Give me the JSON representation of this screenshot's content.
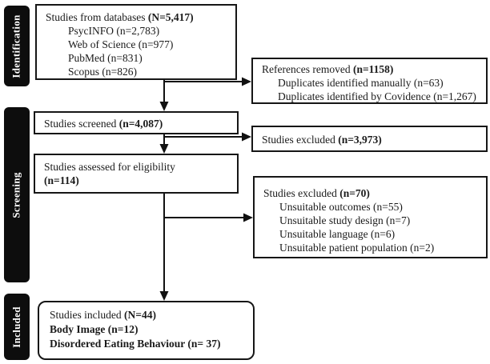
{
  "sidebar": {
    "identification": "Identification",
    "screening": "Screening",
    "included": "Included"
  },
  "boxes": {
    "databases": {
      "label": "Studies from databases",
      "count": "(N=5,417)",
      "items": [
        "PsycINFO (n=2,783)",
        "Web of Science (n=977)",
        "PubMed (n=831)",
        "Scopus (n=826)"
      ]
    },
    "references_removed": {
      "label": "References removed",
      "count": "(n=1158)",
      "items": [
        "Duplicates identified manually (n=63)",
        "Duplicates identified by Covidence (n=1,267)"
      ]
    },
    "screened": {
      "label": "Studies screened",
      "count": "(n=4,087)"
    },
    "excluded_screening": {
      "label": "Studies excluded",
      "count": "(n=3,973)"
    },
    "eligibility": {
      "label": "Studies assessed for eligibility",
      "count": "(n=114)"
    },
    "excluded_eligibility": {
      "label": "Studies excluded",
      "count": "(n=70)",
      "items": [
        "Unsuitable outcomes (n=55)",
        "Unsuitable study design (n=7)",
        "Unsuitable language (n=6)",
        "Unsuitable patient population (n=2)"
      ]
    },
    "included": {
      "label": "Studies included",
      "count": "(N=44)",
      "lines": [
        "Body Image (n=12)",
        "Disordered Eating Behaviour (n= 37)"
      ]
    }
  },
  "colors": {
    "bar_background": "#0d0d0d",
    "bar_text": "#ffffff",
    "box_border": "#161616",
    "arrow": "#111111",
    "background": "#ffffff"
  }
}
